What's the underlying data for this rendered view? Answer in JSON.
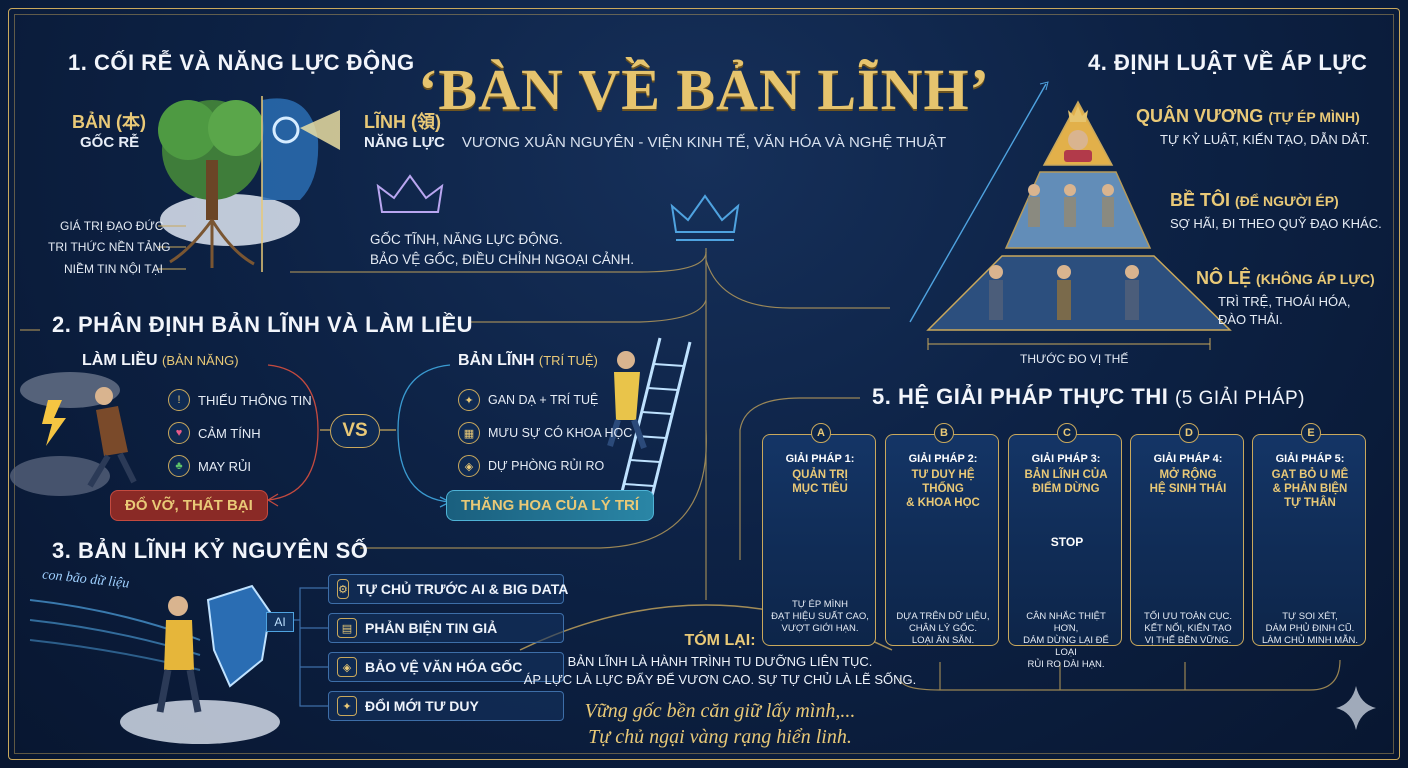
{
  "header": {
    "title": "‘BÀN VỀ BẢN LĨNH’",
    "subtitle": "VƯƠNG XUÂN NGUYÊN - VIỆN KINH TẾ, VĂN HÓA VÀ NGHỆ THUẬT"
  },
  "section1": {
    "title": "1. CỐI RỄ VÀ NĂNG LỰC ĐỘNG",
    "ban_label": "BẢN (本)",
    "ban_sub": "GỐC RỄ",
    "linh_label": "LĨNH (領)",
    "linh_sub": "NĂNG LỰC",
    "roots": [
      "GIÁ TRỊ ĐẠO ĐỨC",
      "TRI THỨC NỀN TẢNG",
      "NIỀM TIN NỘI TẠI"
    ],
    "desc_1": "GỐC TĨNH, NĂNG LỰC ĐỘNG.",
    "desc_2": "BẢO VỆ GỐC, ĐIỀU CHỈNH NGOẠI CẢNH."
  },
  "section2": {
    "title": "2. PHÂN ĐỊNH BẢN LĨNH VÀ LÀM LIỀU",
    "left_title": "LÀM LIỀU",
    "left_note": "(BẢN NĂNG)",
    "left_items": [
      "THIẾU THÔNG TIN",
      "CẢM TÍNH",
      "MAY RỦI"
    ],
    "left_result": "ĐỔ VỠ, THẤT BẠI",
    "vs": "VS",
    "right_title": "BẢN LĨNH",
    "right_note": "(TRÍ TUỆ)",
    "right_items": [
      "GAN DẠ + TRÍ TUỆ",
      "MƯU SỰ CÓ KHOA HỌC",
      "DỰ PHÒNG RỦI RO"
    ],
    "right_result": "THĂNG HOA CỦA LÝ TRÍ"
  },
  "section3": {
    "title": "3. BẢN LĨNH KỶ NGUYÊN SỐ",
    "stream_label": "con bão dữ liệu",
    "shield_label": "AI",
    "items": [
      "TỰ CHỦ TRƯỚC AI & BIG DATA",
      "PHẢN BIỆN TIN GIẢ",
      "BẢO VỆ VĂN HÓA GỐC",
      "ĐỔI MỚI TƯ DUY"
    ]
  },
  "section4": {
    "title": "4. ĐỊNH LUẬT VỀ ÁP LỰC",
    "levels": [
      {
        "name": "QUÂN VƯƠNG",
        "note": "(TỰ ÉP MÌNH)",
        "desc": "TỰ KỶ LUẬT, KIẾN TẠO, DẪN DẮT."
      },
      {
        "name": "BỀ TÔI",
        "note": "(ĐỂ NGƯỜI ÉP)",
        "desc": "SỢ HÃI, ĐI THEO QUỸ ĐẠO KHÁC."
      },
      {
        "name": "NÔ LỆ",
        "note": "(KHÔNG ÁP LỰC)",
        "desc": "TRÌ TRỆ, THOÁI HÓA,",
        "desc2": "ĐÀO THẢI."
      }
    ],
    "axis_label": "THƯỚC ĐO VỊ THẾ"
  },
  "section5": {
    "title": "5. HỆ GIẢI PHÁP THỰC THI",
    "title_note": "(5 GIẢI PHÁP)",
    "cards": [
      {
        "badge": "A",
        "num": "GIẢI PHÁP 1:",
        "name1": "QUẢN TRỊ",
        "name2": "MỤC TIÊU",
        "d1": "TỰ ÉP MÌNH",
        "d2": "ĐẠT HIỆU SUẤT CAO,",
        "d3": "VƯỢT GIỚI HẠN."
      },
      {
        "badge": "B",
        "num": "GIẢI PHÁP 2:",
        "name1": "TƯ DUY HỆ THỐNG",
        "name2": "& KHOA HỌC",
        "d1": "DỰA TRÊN DỮ LIỆU,",
        "d2": "CHÂN LÝ GỐC.",
        "d3": "LOẠI ĂN SẴN."
      },
      {
        "badge": "C",
        "num": "GIẢI PHÁP 3:",
        "name1": "BẢN LĨNH CỦA",
        "name2": "ĐIỂM DỪNG",
        "d1": "CÂN NHẮC THIỆT HƠN,",
        "d2": "DÁM DỪNG LẠI ĐỂ LOẠI",
        "d3": "RỦI RO DÀI HẠN."
      },
      {
        "badge": "D",
        "num": "GIẢI PHÁP 4:",
        "name1": "MỞ RỘNG",
        "name2": "HỆ SINH THÁI",
        "d1": "TỐI ƯU TOÀN CỤC.",
        "d2": "KẾT NỐI, KIẾN TẠO",
        "d3": "VỊ THẾ BỀN VỮNG."
      },
      {
        "badge": "E",
        "num": "GIẢI PHÁP 5:",
        "name1": "GẠT BỎ U MÊ",
        "name2": "& PHẢN BIỆN",
        "name3": "TỰ THÂN",
        "d1": "TỰ SOI XÉT,",
        "d2": "DÁM PHỦ ĐỊNH CŨ.",
        "d3": "LÀM CHỦ MINH MẪN."
      }
    ],
    "stop_label": "STOP"
  },
  "conclusion": {
    "title": "TÓM LẠI:",
    "line1": "BẢN LĨNH LÀ HÀNH TRÌNH TU DƯỠNG LIÊN TỤC.",
    "line2": "ÁP LỰC LÀ LỰC ĐẨY ĐỂ VƯƠN CAO. SỰ TỰ CHỦ LÀ LẼ SỐNG.",
    "poem1": "Vững gốc bền căn giữ lấy mình,...",
    "poem2": "Tự chủ ngại vàng rạng hiển linh."
  },
  "colors": {
    "gold": "#e9c977",
    "navy": "#0d2245",
    "accent_blue": "#4fa3e0",
    "fail_red": "#a8322e",
    "success_teal": "#1f6f8b"
  }
}
